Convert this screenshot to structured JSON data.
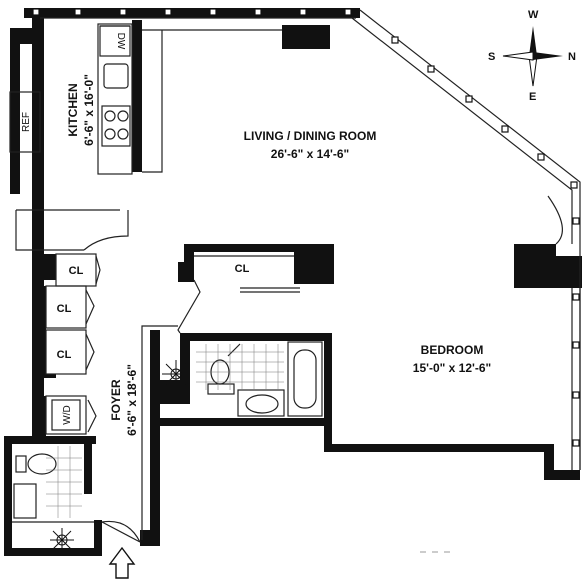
{
  "rooms": {
    "living": {
      "name": "LIVING / DINING ROOM",
      "size": "26'-6\" x 14'-6\""
    },
    "kitchen": {
      "name": "KITCHEN",
      "size": "6'-6\" x 16'-0\""
    },
    "bedroom": {
      "name": "BEDROOM",
      "size": "15'-0\" x 12'-6\""
    },
    "foyer": {
      "name": "FOYER",
      "size": "6'-6\" x 18'-6\""
    }
  },
  "fixtures": {
    "closet": "CL",
    "dishwasher": "DW",
    "refrigerator": "REF",
    "washer_dryer": "W/D"
  },
  "compass": {
    "w": "W",
    "s": "S",
    "n": "N",
    "e": "E"
  }
}
